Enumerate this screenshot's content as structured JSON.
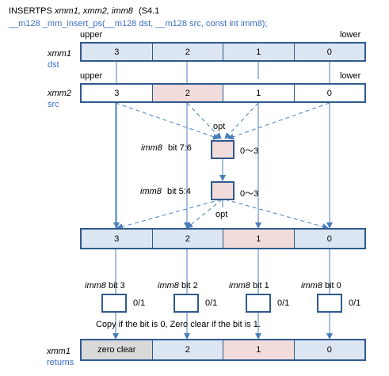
{
  "header": {
    "mnemonic": "INSERTPS",
    "operands": "xmm1, xmm2, imm8",
    "isa": "(S4.1",
    "intrinsic": "__m128  _mm_insert_ps(__m128  dst,  __m128 src, const int imm8);"
  },
  "labels": {
    "upper": "upper",
    "lower": "lower",
    "opt": "opt",
    "note": "Copy if the bit is 0,  Zero clear if the bit is 1."
  },
  "dst": {
    "name": "xmm1",
    "role": "dst",
    "cells": [
      "3",
      "2",
      "1",
      "0"
    ],
    "fill": "#dce6f2"
  },
  "src": {
    "name": "xmm2",
    "role": "src",
    "cells": [
      "3",
      "2",
      "1",
      "0"
    ],
    "highlight_index": 1,
    "fill": "#ffffff",
    "highlight_fill": "#f2dcdb"
  },
  "selectors": [
    {
      "imm": "imm8",
      "bits": "bit 7:6",
      "range": "0～3"
    },
    {
      "imm": "imm8",
      "bits": "bit 5:4",
      "range": "0～3"
    }
  ],
  "mid": {
    "cells": [
      "3",
      "2",
      "1",
      "0"
    ],
    "highlight_index": 2
  },
  "mask_bits": [
    {
      "imm": "imm8",
      "bit": "bit 3",
      "value": "0/1"
    },
    {
      "imm": "imm8",
      "bit": "bit 2",
      "value": "0/1"
    },
    {
      "imm": "imm8",
      "bit": "bit 1",
      "value": "0/1"
    },
    {
      "imm": "imm8",
      "bit": "bit 0",
      "value": "0/1"
    }
  ],
  "result": {
    "name": "xmm1",
    "role": "returns",
    "cells": [
      "zero clear",
      "2",
      "1",
      "0"
    ],
    "zero_fill": "#d9d9d9"
  },
  "colors": {
    "border": "#2f5a8e",
    "arrow": "#4a7ebb",
    "label_blue": "#3a6fc4",
    "reg_fill": "#dce6f2",
    "highlight": "#f2dcdb"
  }
}
